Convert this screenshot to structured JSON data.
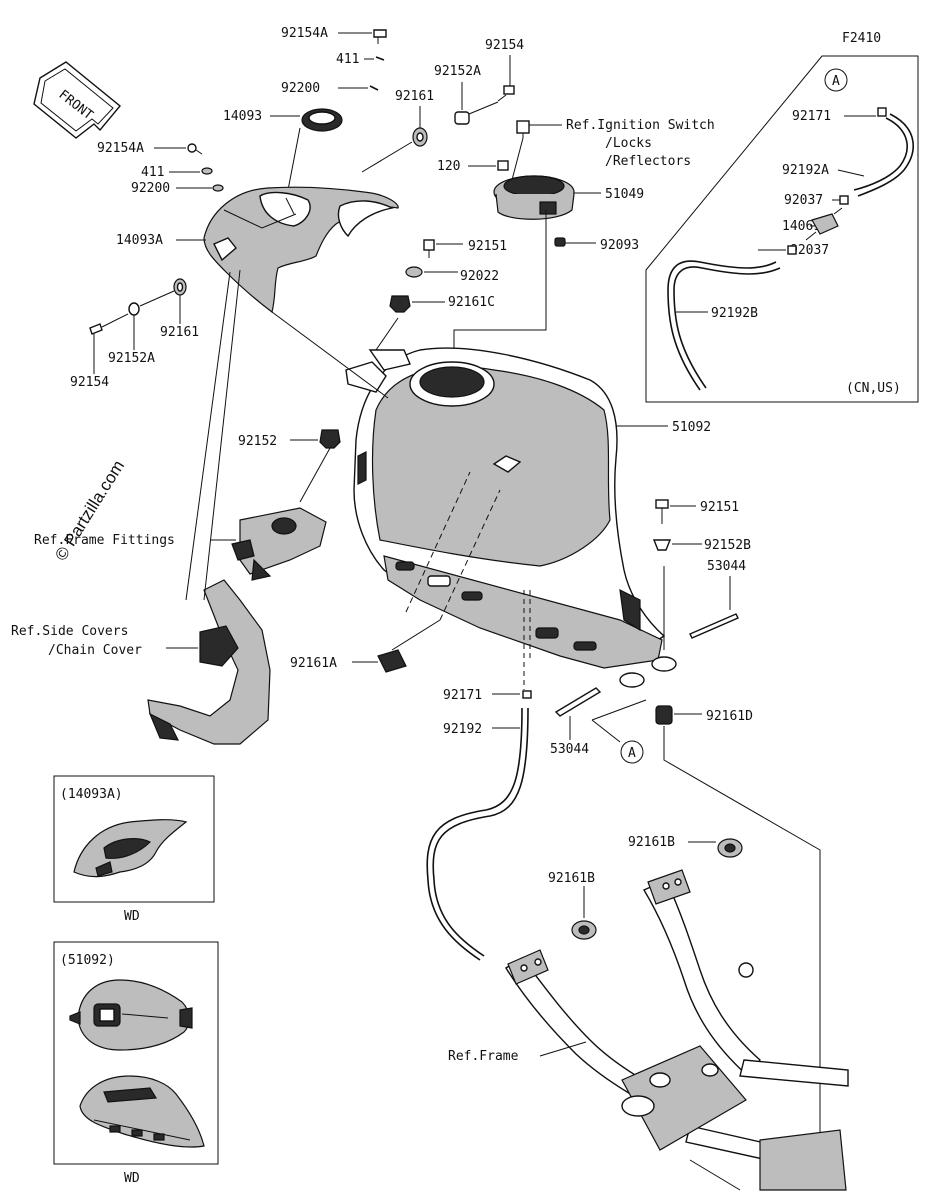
{
  "diagram_code": "F2410",
  "front_label": "FRONT",
  "watermark": "© Partzilla.com",
  "labels": {
    "p92154A_top": "92154A",
    "p411_top": "411",
    "p92200_top": "92200",
    "p92154_top": "92154",
    "p92152A_top": "92152A",
    "p92161_top": "92161",
    "p14093": "14093",
    "p92154A_left": "92154A",
    "p411_left": "411",
    "p92200_left": "92200",
    "p14093A": "14093A",
    "p92161_left": "92161",
    "p92152A_left": "92152A",
    "p92154_left": "92154",
    "p120": "120",
    "p51049": "51049",
    "p92093": "92093",
    "p92151_top": "92151",
    "p92022": "92022",
    "p92161C": "92161C",
    "p92152": "92152",
    "p51092": "51092",
    "p92151_right": "92151",
    "p92152B": "92152B",
    "p53044_right": "53044",
    "p92161A": "92161A",
    "p92171": "92171",
    "p92192": "92192",
    "p53044_bottom": "53044",
    "p92161D": "92161D",
    "p92161B_right": "92161B",
    "p92161B_left": "92161B",
    "inset_92171": "92171",
    "inset_92192A": "92192A",
    "inset_92037_top": "92037",
    "inset_14069": "14069",
    "inset_92037_bottom": "92037",
    "inset_92192B": "92192B",
    "inset_region": "(CN,US)",
    "callout_A": "A"
  },
  "references": {
    "ignition_1": "Ref.Ignition Switch",
    "ignition_2": "/Locks",
    "ignition_3": "/Reflectors",
    "frame_fittings": "Ref.Frame Fittings",
    "side_covers_1": "Ref.Side Covers",
    "side_covers_2": "/Chain Cover",
    "frame": "Ref.Frame"
  },
  "variants": [
    {
      "code": "(14093A)",
      "caption": "WD"
    },
    {
      "code": "(51092)",
      "caption": "WD"
    }
  ]
}
